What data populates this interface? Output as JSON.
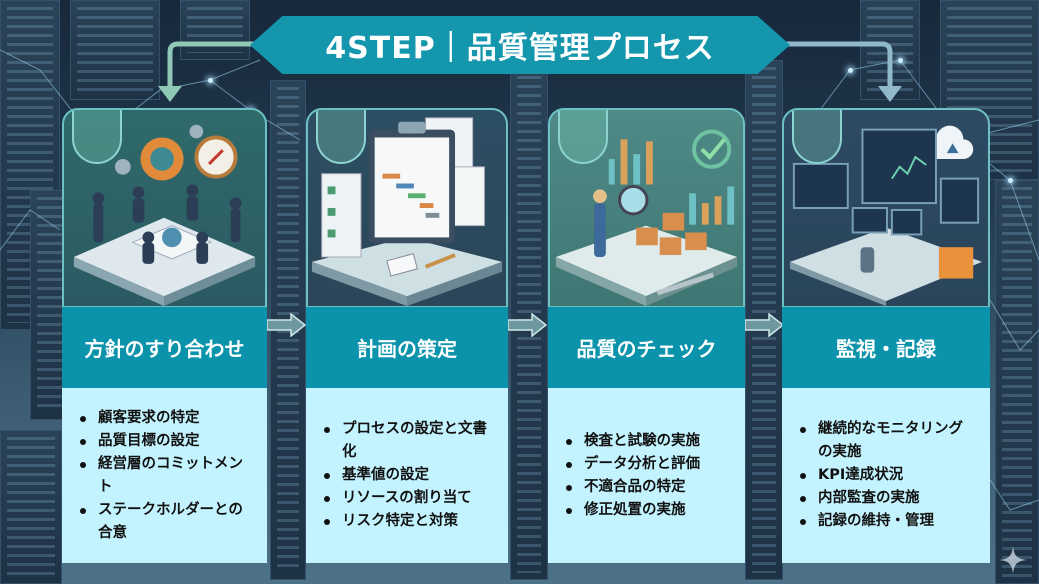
{
  "title": "4STEP｜品質管理プロセス",
  "colors": {
    "banner": "#1497ad",
    "card_header": "#0a93ab",
    "card_body": "#c3f3ff",
    "card_border": "#6cc1c4",
    "background_dark": "#17283a",
    "arrow": "#8fc9b5"
  },
  "steps": [
    {
      "heading": "方針のすり合わせ",
      "illustration": "team-meeting-with-gears-and-compass",
      "items": [
        "顧客要求の特定",
        "品質目標の設定",
        "経営層のコミットメント",
        "ステークホルダーとの合意"
      ]
    },
    {
      "heading": "計画の策定",
      "illustration": "clipboard-gantt-chart-and-checklists",
      "items": [
        "プロセスの設定と文書化",
        "基準値の設定",
        "リソースの割り当て",
        "リスク特定と対策"
      ]
    },
    {
      "heading": "品質のチェック",
      "illustration": "inspector-with-magnifier-boxes-and-charts",
      "items": [
        "検査と試験の実施",
        "データ分析と評価",
        "不適合品の特定",
        "修正処置の実施"
      ]
    },
    {
      "heading": "監視・記録",
      "illustration": "monitoring-desk-with-dashboards-and-cloud",
      "items": [
        "継続的なモニタリングの実施",
        "KPI達成状況",
        "内部監査の実施",
        "記録の維持・管理"
      ]
    }
  ]
}
